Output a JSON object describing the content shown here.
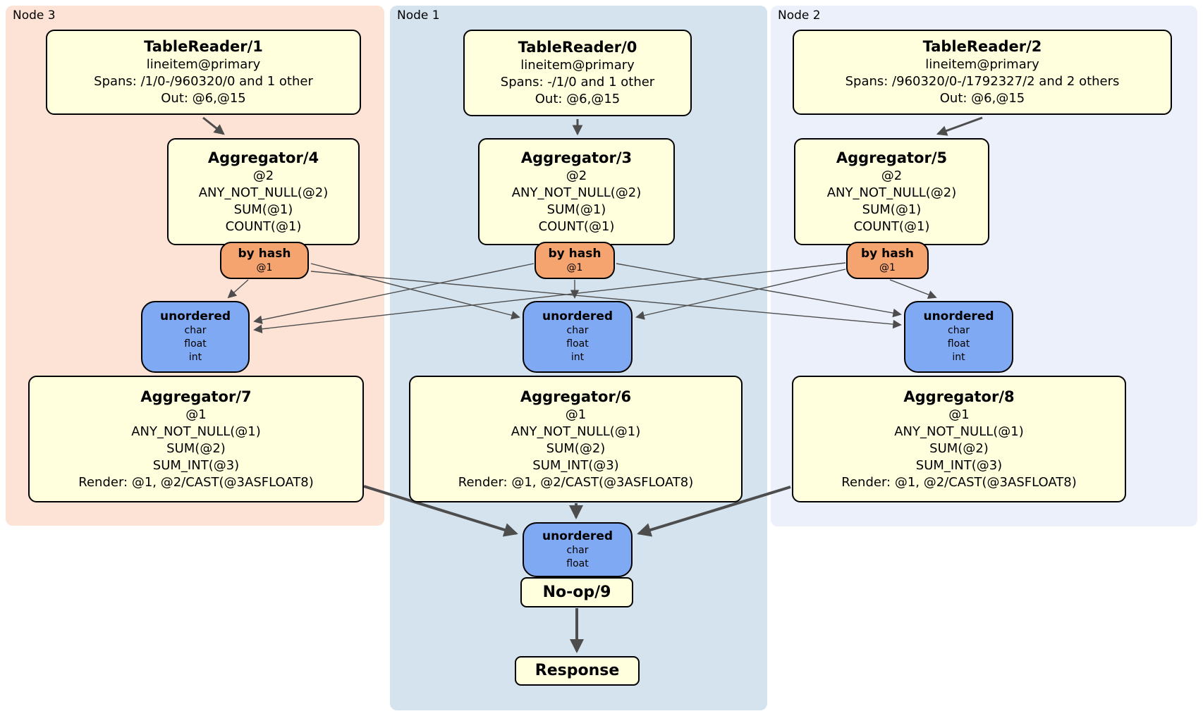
{
  "clusters": {
    "node3": {
      "label": "Node 3"
    },
    "node1": {
      "label": "Node 1"
    },
    "node2": {
      "label": "Node 2"
    }
  },
  "processors": {
    "tr1": {
      "title": "TableReader/1",
      "lines": [
        "lineitem@primary",
        "Spans: /1/0-/960320/0 and 1 other",
        "Out: @6,@15"
      ]
    },
    "tr0": {
      "title": "TableReader/0",
      "lines": [
        "lineitem@primary",
        "Spans: -/1/0 and 1 other",
        "Out: @6,@15"
      ]
    },
    "tr2": {
      "title": "TableReader/2",
      "lines": [
        "lineitem@primary",
        "Spans: /960320/0-/1792327/2 and 2 others",
        "Out: @6,@15"
      ]
    },
    "agg4": {
      "title": "Aggregator/4",
      "lines": [
        "@2",
        "ANY_NOT_NULL(@2)",
        "SUM(@1)",
        "COUNT(@1)"
      ]
    },
    "agg3": {
      "title": "Aggregator/3",
      "lines": [
        "@2",
        "ANY_NOT_NULL(@2)",
        "SUM(@1)",
        "COUNT(@1)"
      ]
    },
    "agg5": {
      "title": "Aggregator/5",
      "lines": [
        "@2",
        "ANY_NOT_NULL(@2)",
        "SUM(@1)",
        "COUNT(@1)"
      ]
    },
    "agg7": {
      "title": "Aggregator/7",
      "lines": [
        "@1",
        "ANY_NOT_NULL(@1)",
        "SUM(@2)",
        "SUM_INT(@3)",
        "Render: @1, @2/CAST(@3ASFLOAT8)"
      ]
    },
    "agg6": {
      "title": "Aggregator/6",
      "lines": [
        "@1",
        "ANY_NOT_NULL(@1)",
        "SUM(@2)",
        "SUM_INT(@3)",
        "Render: @1, @2/CAST(@3ASFLOAT8)"
      ]
    },
    "agg8": {
      "title": "Aggregator/8",
      "lines": [
        "@1",
        "ANY_NOT_NULL(@1)",
        "SUM(@2)",
        "SUM_INT(@3)",
        "Render: @1, @2/CAST(@3ASFLOAT8)"
      ]
    },
    "noop9": {
      "title": "No-op/9"
    },
    "response": {
      "title": "Response"
    }
  },
  "routers": {
    "byhash4": {
      "title": "by hash",
      "detail": "@1"
    },
    "byhash3": {
      "title": "by hash",
      "detail": "@1"
    },
    "byhash5": {
      "title": "by hash",
      "detail": "@1"
    }
  },
  "syncs": {
    "unord7": {
      "title": "unordered",
      "lines": [
        "char",
        "float",
        "int"
      ]
    },
    "unord6": {
      "title": "unordered",
      "lines": [
        "char",
        "float",
        "int"
      ]
    },
    "unord8": {
      "title": "unordered",
      "lines": [
        "char",
        "float",
        "int"
      ]
    },
    "unordFinal": {
      "title": "unordered",
      "lines": [
        "char",
        "float"
      ]
    }
  },
  "colors": {
    "cluster_node3": "#fde3d6",
    "cluster_node1": "#d5e3ee",
    "cluster_node2": "#ecf0fb",
    "processor_fill": "#ffffde",
    "router_fill": "#f5a470",
    "sync_fill": "#7fa9f2",
    "edge": "#4d4d4d"
  }
}
